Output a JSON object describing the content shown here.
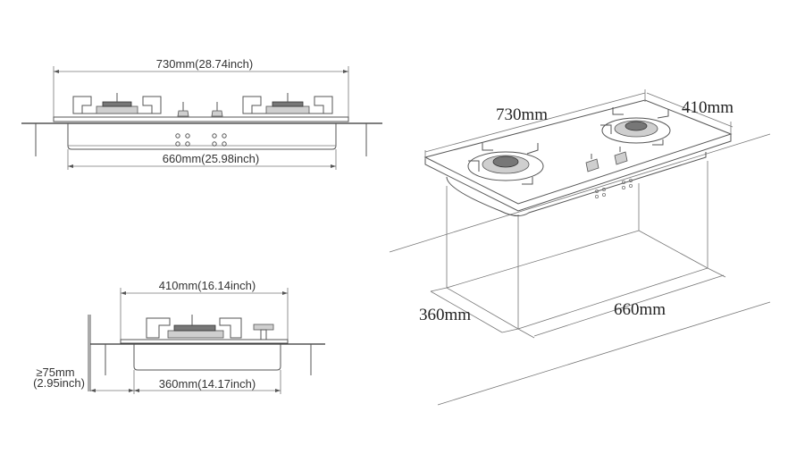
{
  "front_view": {
    "overall_width": "730mm(28.74inch)",
    "cutout_width": "660mm(25.98inch)"
  },
  "side_view": {
    "overall_depth": "410mm(16.14inch)",
    "cutout_depth": "360mm(14.17inch)",
    "clearance_line1": "≥75mm",
    "clearance_line2": "(2.95inch)"
  },
  "iso_view": {
    "width": "730mm",
    "depth": "410mm",
    "cutout_depth": "360mm",
    "cutout_width": "660mm"
  },
  "colors": {
    "line": "#555555",
    "text": "#333333"
  }
}
